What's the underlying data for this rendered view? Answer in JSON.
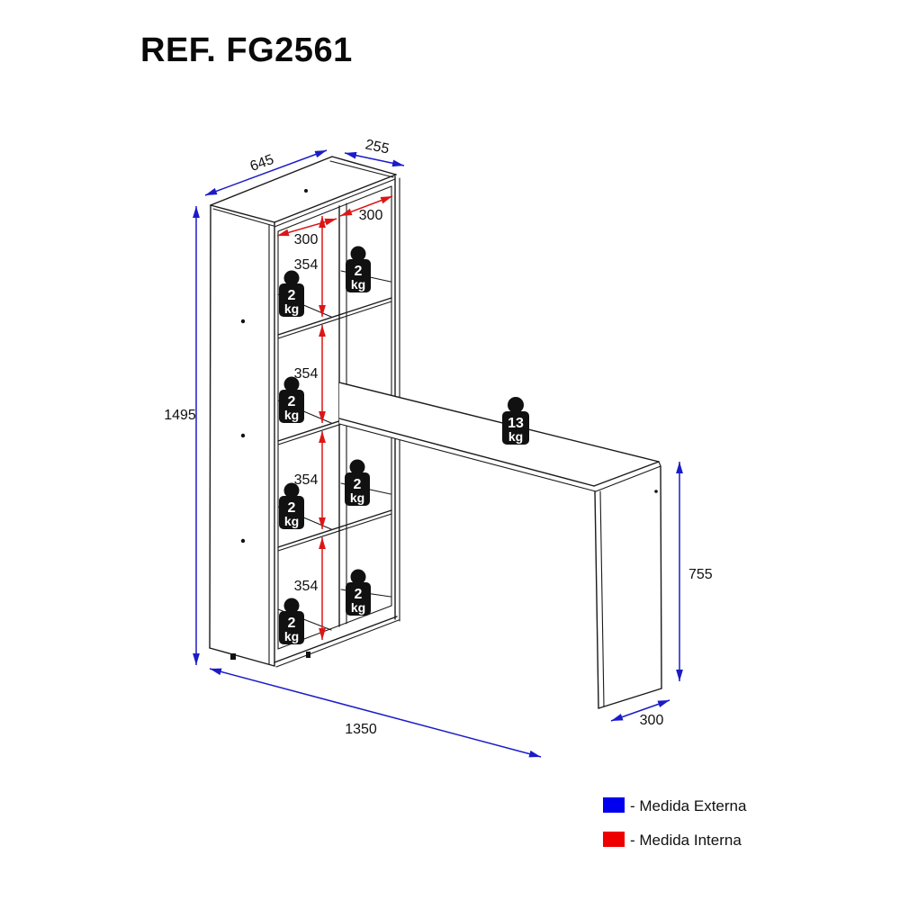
{
  "title": "REF. FG2561",
  "dimensions": {
    "bookcase_width": "645",
    "bookcase_depth": "255",
    "bookcase_height": "1495",
    "left_column_width": "300",
    "right_column_width": "300",
    "shelf_gap_1": "354",
    "shelf_gap_2": "354",
    "shelf_gap_3": "354",
    "shelf_gap_4": "354",
    "desk_height": "755",
    "desk_depth": "300",
    "total_width": "1350"
  },
  "weights": {
    "unit": "kg",
    "shelf_capacity": "2",
    "desk_capacity": "13"
  },
  "legend": {
    "externa": {
      "label": "- Medida Externa",
      "color": "#0000ee"
    },
    "interna": {
      "label": "- Medida Interna",
      "color": "#ee0000"
    }
  }
}
